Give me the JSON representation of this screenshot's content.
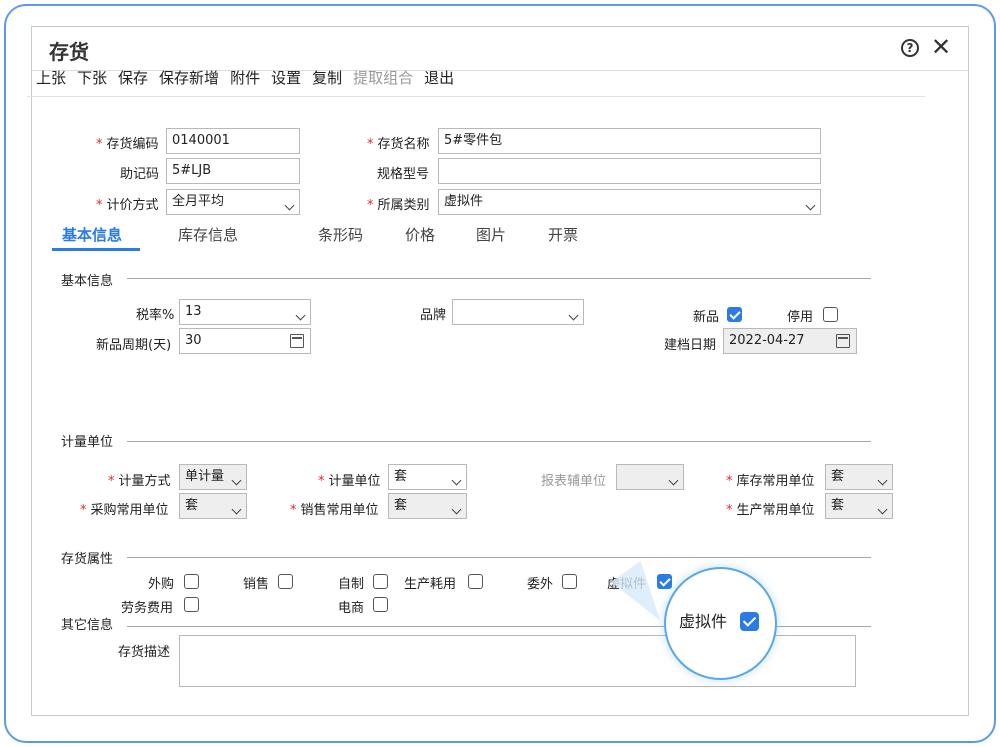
{
  "window": {
    "title": "存货"
  },
  "toolbar": {
    "items": [
      "上张",
      "下张",
      "保存",
      "保存新增",
      "附件",
      "设置",
      "复制",
      "提取组合",
      "退出"
    ]
  },
  "header": {
    "code_label": "存货编码",
    "code_value": "0140001",
    "name_label": "存货名称",
    "name_value": "5#零件包",
    "mnemonic_label": "助记码",
    "mnemonic_value": "5#LJB",
    "spec_label": "规格型号",
    "spec_value": "",
    "pricing_label": "计价方式",
    "pricing_value": "全月平均",
    "category_label": "所属类别",
    "category_value": "虚拟件"
  },
  "tabs": [
    "基本信息",
    "库存信息",
    "条形码",
    "价格",
    "图片",
    "开票"
  ],
  "basic": {
    "section_title": "基本信息",
    "tax_label": "税率%",
    "tax_value": "13",
    "brand_label": "品牌",
    "brand_value": "",
    "new_label": "新品",
    "new_checked": true,
    "disabled_label": "停用",
    "disabled_checked": false,
    "cycle_label": "新品周期(天)",
    "cycle_value": "30",
    "date_label": "建档日期",
    "date_value": "2022-04-27"
  },
  "units": {
    "section_title": "计量单位",
    "method_label": "计量方式",
    "method_value": "单计量",
    "unit_label": "计量单位",
    "unit_value": "套",
    "report_label": "报表辅单位",
    "report_value": "",
    "stock_label": "库存常用单位",
    "stock_value": "套",
    "purchase_label": "采购常用单位",
    "purchase_value": "套",
    "sales_label": "销售常用单位",
    "sales_value": "套",
    "production_label": "生产常用单位",
    "production_value": "套"
  },
  "attributes": {
    "section_title": "存货属性",
    "outsourcing": "外购",
    "sales": "销售",
    "selfmade": "自制",
    "consumption": "生产耗用",
    "consigned": "委外",
    "virtual": "虚拟件",
    "labor": "劳务费用",
    "ecommerce": "电商",
    "virtual_checked": true
  },
  "other": {
    "section_title": "其它信息",
    "desc_label": "存货描述",
    "desc_value": ""
  },
  "zoom": {
    "label": "虚拟件"
  },
  "colors": {
    "accent": "#2c7be5",
    "required": "#e23",
    "frame": "#5b9ae9"
  }
}
